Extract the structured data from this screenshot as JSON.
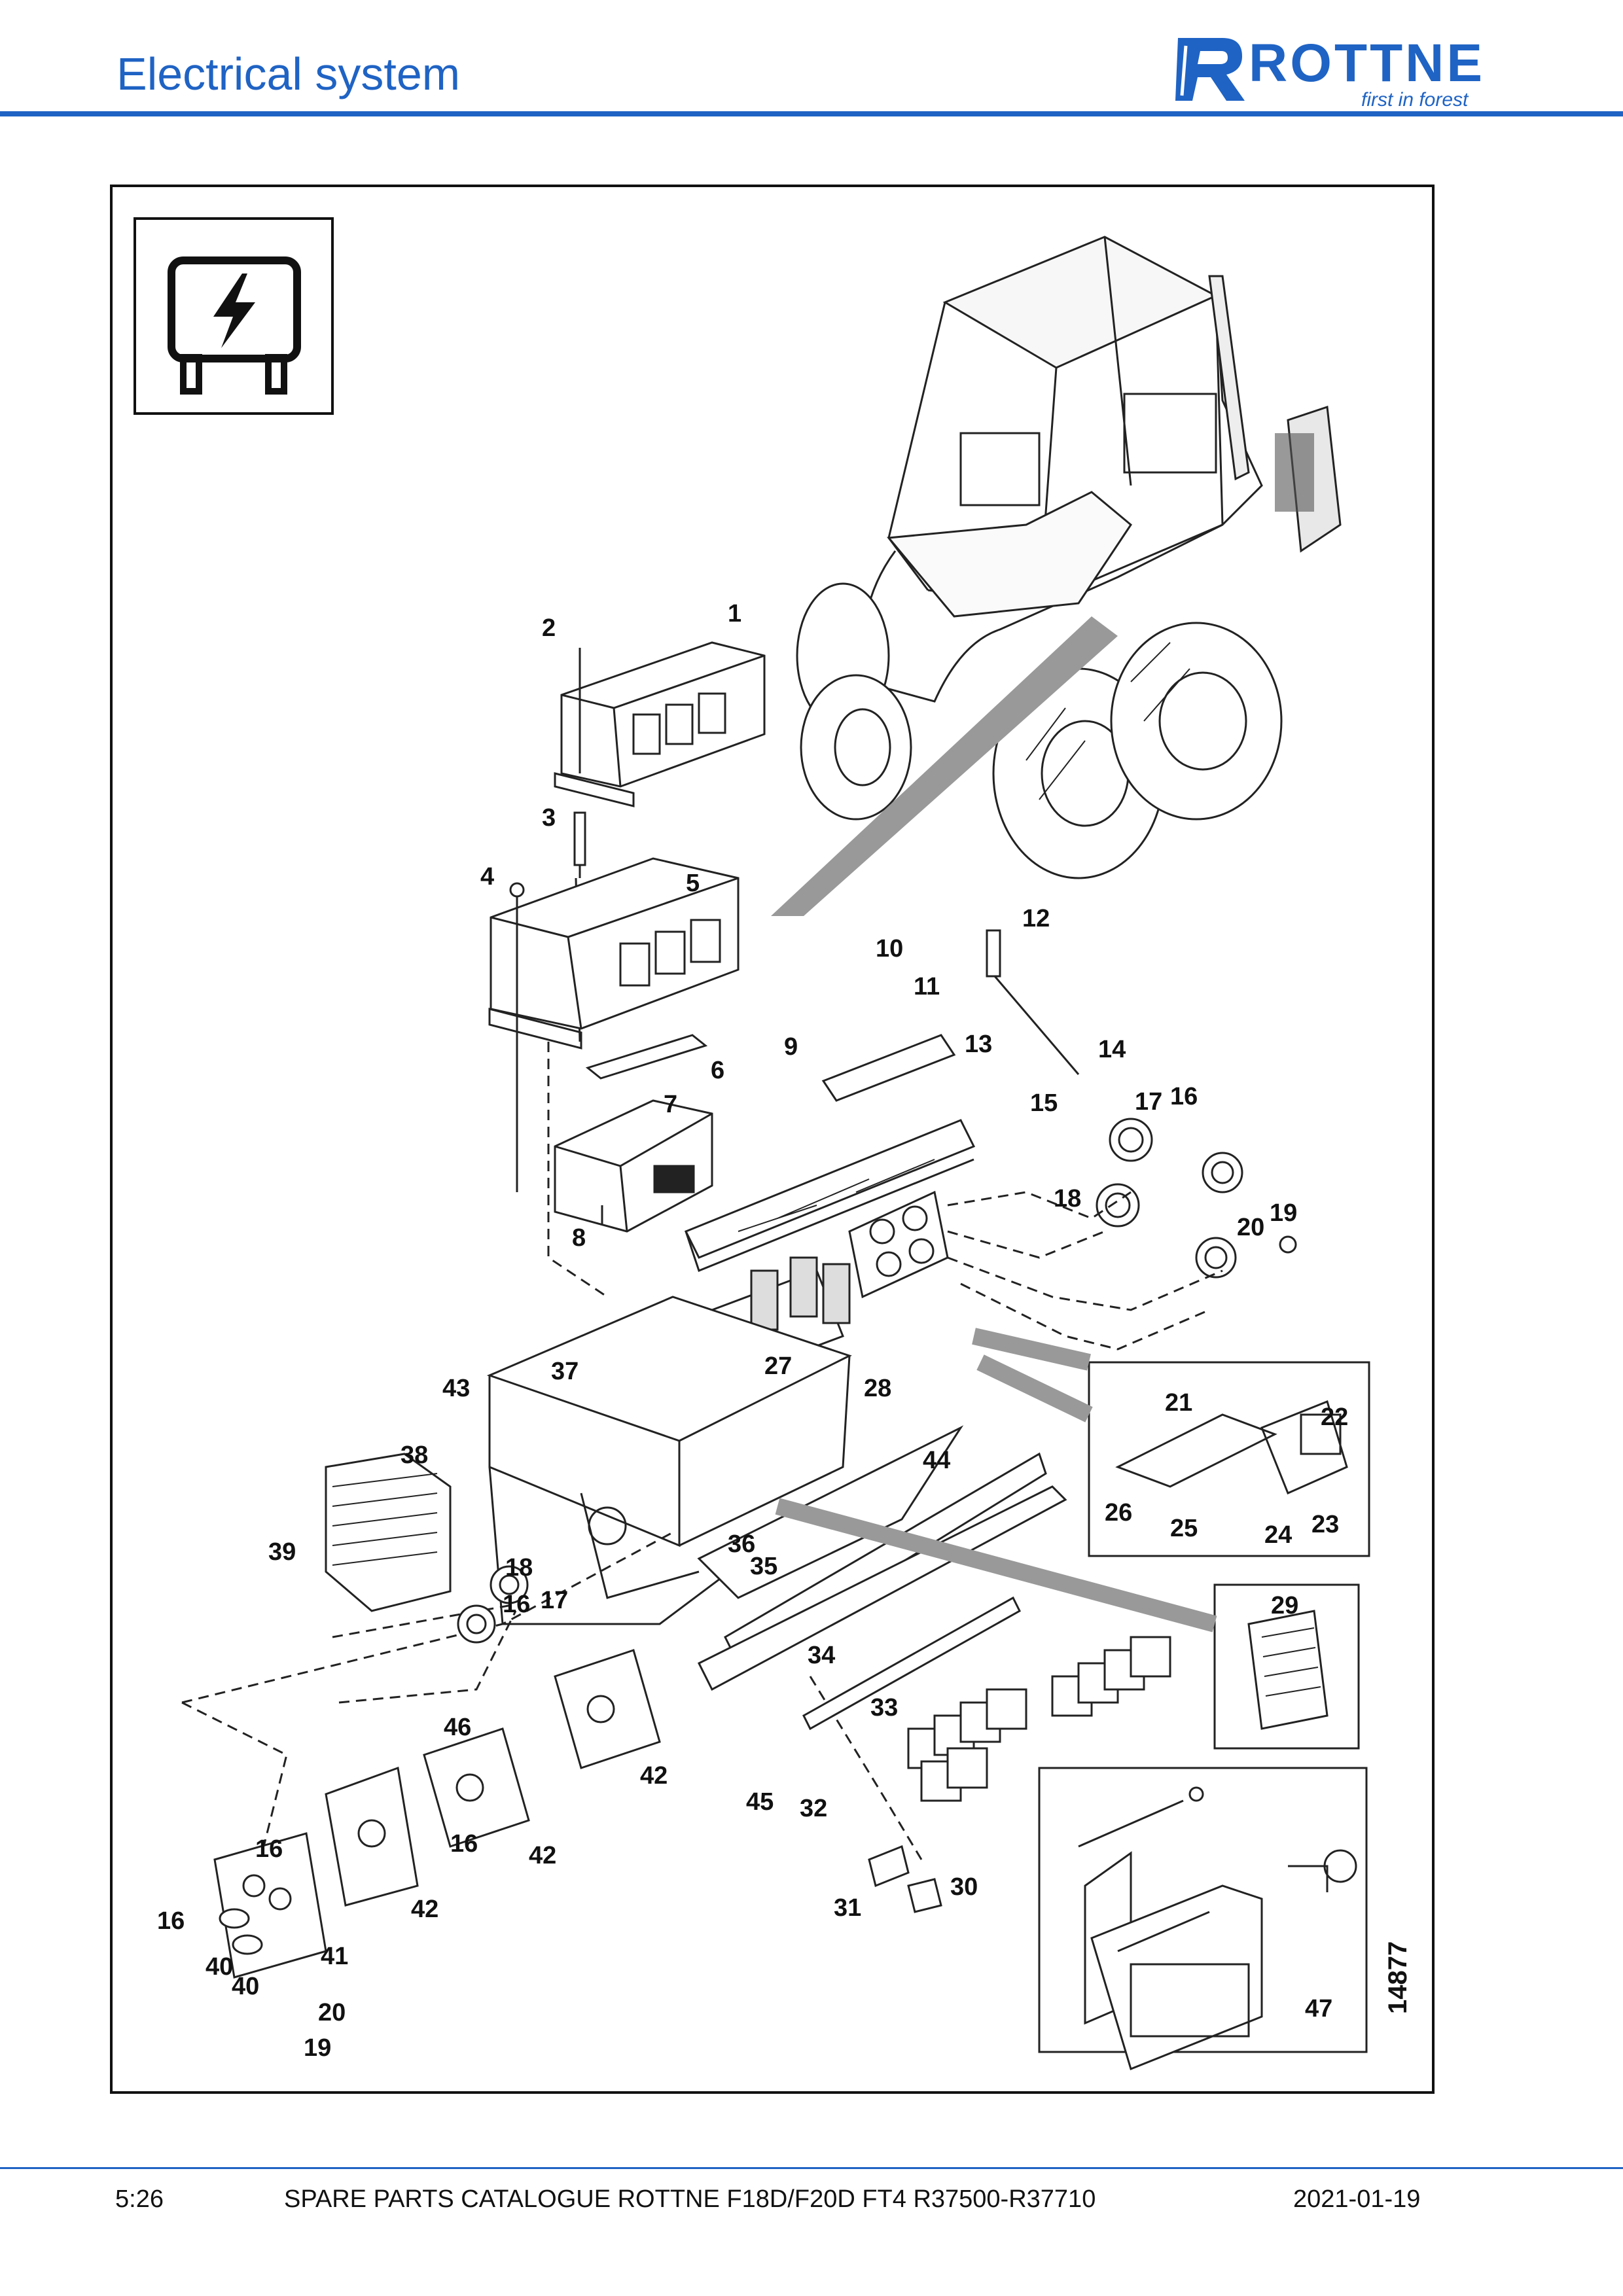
{
  "header": {
    "section_title": "Electrical system",
    "brand_name": "ROTTNE",
    "brand_tagline": "first in forest",
    "brand_color": "#1f63c4"
  },
  "figure": {
    "section_icon": "fuse-box-icon",
    "drawing_number": "14877",
    "callouts": [
      "1",
      "2",
      "3",
      "4",
      "5",
      "6",
      "7",
      "8",
      "9",
      "10",
      "11",
      "12",
      "13",
      "14",
      "15",
      "16",
      "17",
      "18",
      "19",
      "20",
      "21",
      "22",
      "23",
      "24",
      "25",
      "26",
      "27",
      "28",
      "29",
      "30",
      "31",
      "32",
      "33",
      "34",
      "35",
      "36",
      "37",
      "38",
      "39",
      "40",
      "41",
      "42",
      "43",
      "44",
      "45",
      "46",
      "47"
    ]
  },
  "footer": {
    "page": "5:26",
    "catalogue": "SPARE PARTS CATALOGUE ROTTNE F18D/F20D FT4 R37500-R37710",
    "date": "2021-01-19"
  }
}
